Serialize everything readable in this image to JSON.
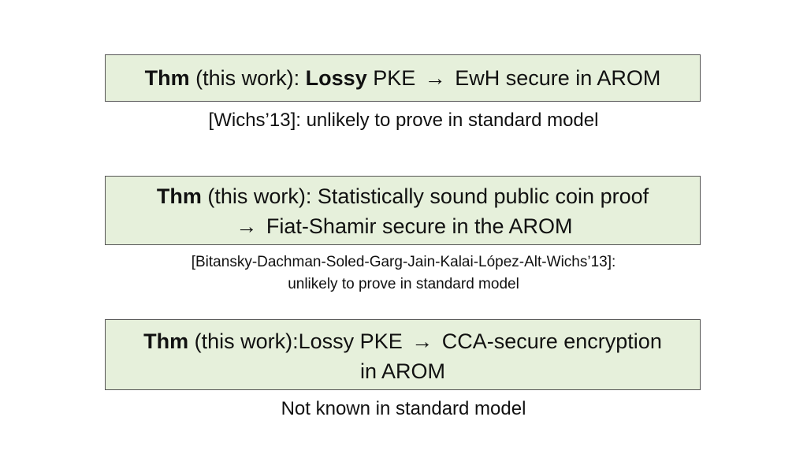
{
  "theorems": [
    {
      "thm": "Thm",
      "pre": " (this work): ",
      "bold2": "Lossy",
      "mid": " PKE ",
      "arrow": "→",
      "post": " EwH secure in AROM",
      "note": "[Wichs’13]: unlikely to prove in standard model"
    },
    {
      "thm": "Thm",
      "pre": " (this work): Statistically sound public coin proof",
      "arrow": "→",
      "post": " Fiat-Shamir secure in the AROM",
      "note_line1": "[Bitansky-Dachman-Soled-Garg-Jain-Kalai-López-Alt-Wichs’13]:",
      "note_line2": "unlikely to prove in standard model"
    },
    {
      "thm": "Thm",
      "pre": " (this work):Lossy PKE ",
      "arrow": "→",
      "post": " CCA-secure encryption",
      "line2": "in AROM",
      "note": "Not known in standard model"
    }
  ]
}
